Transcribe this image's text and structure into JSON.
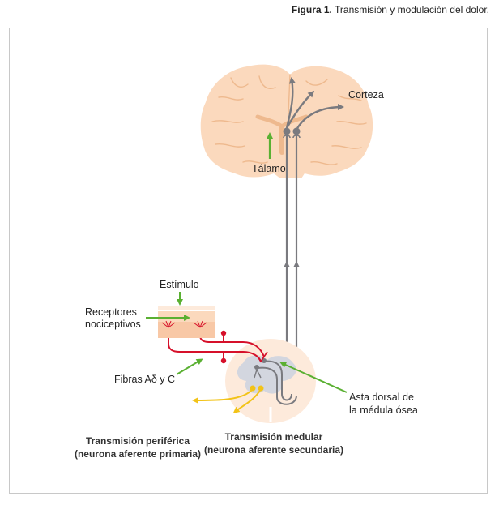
{
  "caption": {
    "prefix": "Figura 1.",
    "text": " Transmisión y modulación del dolor."
  },
  "labels": {
    "corteza": "Corteza",
    "talamo": "Tálamo",
    "estimulo": "Estímulo",
    "receptores_line1": "Receptores",
    "receptores_line2": "nociceptivos",
    "fibras": "Fibras Aδ y C",
    "asta_line1": "Asta dorsal de",
    "asta_line2": "la médula ósea",
    "periferica_line1": "Transmisión periférica",
    "periferica_line2": "(neurona aferente primaria)",
    "medular_line1": "Transmisión medular",
    "medular_line2": "(neurona aferente secundaria)"
  },
  "colors": {
    "brain": "#fbd9bd",
    "brain_fold": "#eeb98e",
    "pathway_gray": "#7a7a7f",
    "red_fiber": "#d6102a",
    "green_pointer": "#5ab032",
    "yellow_fiber": "#f2c318",
    "cord_gray_matter": "#d3d6df",
    "frame": "#c8c8c8"
  }
}
